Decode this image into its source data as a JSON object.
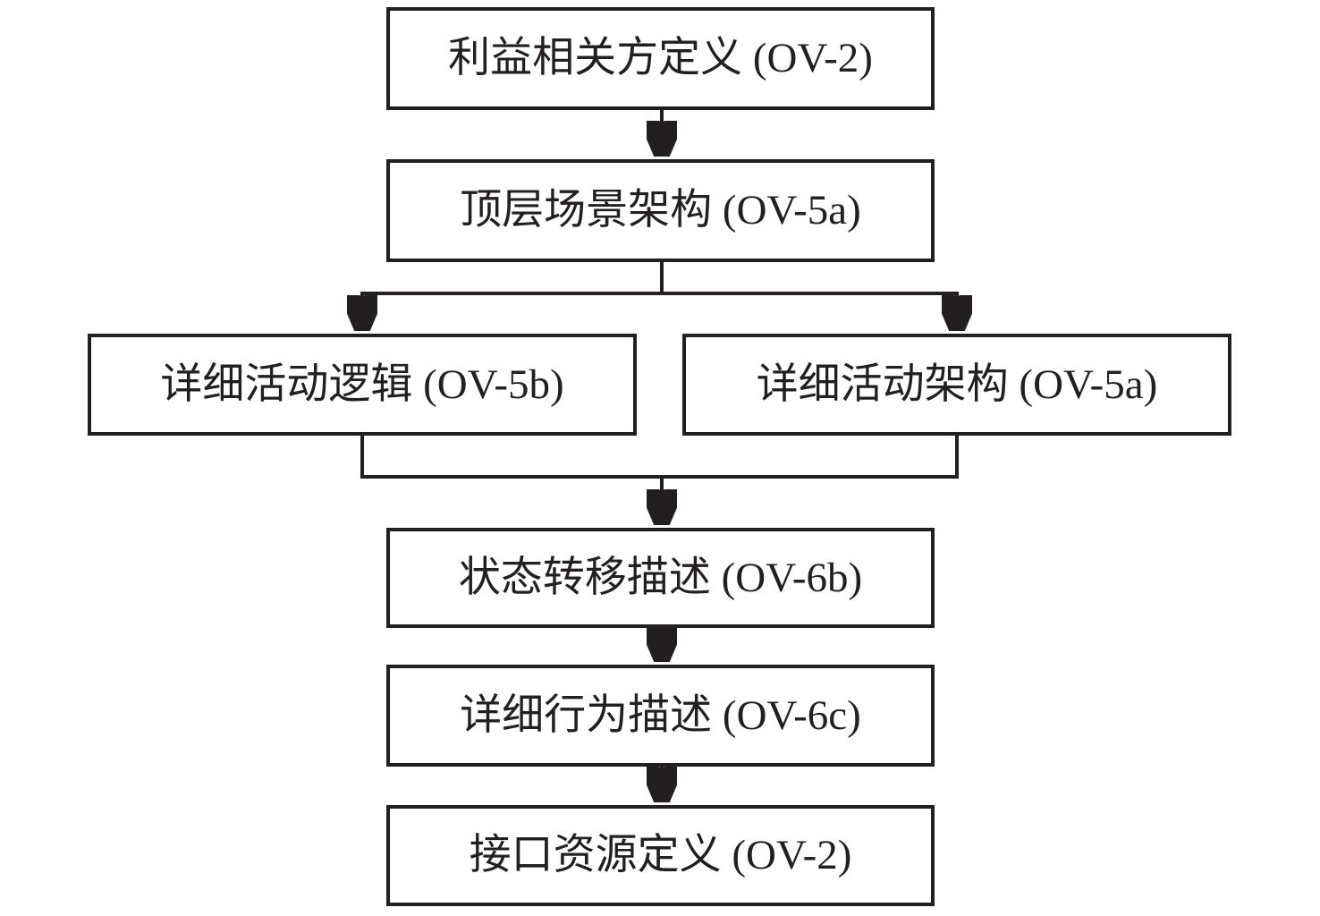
{
  "diagram": {
    "type": "flowchart",
    "colors": {
      "line": "#231f20",
      "box_border": "#231f20",
      "box_fill": "#ffffff",
      "text": "#231f20",
      "background": "#ffffff"
    },
    "nodes": [
      {
        "id": "stakeholder-definition",
        "label": "利益相关方定义 (OV-2)"
      },
      {
        "id": "top-level-scenario-architecture",
        "label": "顶层场景架构 (OV-5a)"
      },
      {
        "id": "detailed-activity-logic",
        "label": "详细活动逻辑 (OV-5b)"
      },
      {
        "id": "detailed-activity-architecture",
        "label": "详细活动架构 (OV-5a)"
      },
      {
        "id": "state-transition-description",
        "label": "状态转移描述 (OV-6b)"
      },
      {
        "id": "detailed-behavior-description",
        "label": "详细行为描述 (OV-6c)"
      },
      {
        "id": "interface-resource-definition",
        "label": "接口资源定义 (OV-2)"
      }
    ],
    "edges": [
      {
        "from": "stakeholder-definition",
        "to": "top-level-scenario-architecture",
        "arrow": "down"
      },
      {
        "from": "top-level-scenario-architecture",
        "to": "detailed-activity-logic",
        "arrow": "down"
      },
      {
        "from": "top-level-scenario-architecture",
        "to": "detailed-activity-architecture",
        "arrow": "down"
      },
      {
        "from": "detailed-activity-logic",
        "to": "state-transition-description",
        "arrow": "down"
      },
      {
        "from": "detailed-activity-architecture",
        "to": "state-transition-description",
        "arrow": "down"
      },
      {
        "from": "state-transition-description",
        "to": "detailed-behavior-description",
        "arrow": "down"
      },
      {
        "from": "detailed-behavior-description",
        "to": "interface-resource-definition",
        "arrow": "down"
      }
    ]
  }
}
